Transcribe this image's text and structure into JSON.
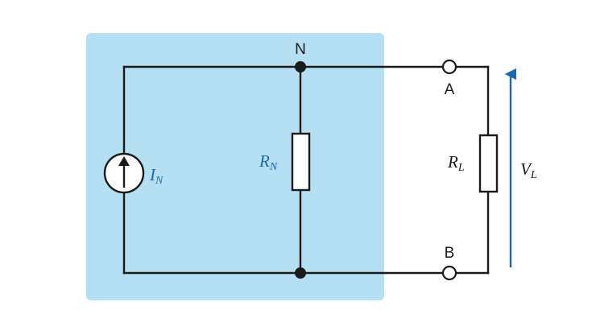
{
  "colors": {
    "panel": "#b5e0f3",
    "accent": "#1f66b0",
    "wire": "#1a1a1a"
  },
  "labels": {
    "node_n": "N",
    "terminal_a": "A",
    "terminal_b": "B",
    "current_source": {
      "main": "I",
      "sub": "N"
    },
    "norton_resistor": {
      "main": "R",
      "sub": "N"
    },
    "load_resistor": {
      "main": "R",
      "sub": "L"
    },
    "load_voltage": {
      "main": "V",
      "sub": "L"
    }
  },
  "icons": {
    "current_source": "current-source-icon",
    "resistor": "resistor-icon",
    "terminal": "terminal-icon",
    "junction": "junction-dot",
    "voltage_arrow": "arrow-up-icon"
  }
}
